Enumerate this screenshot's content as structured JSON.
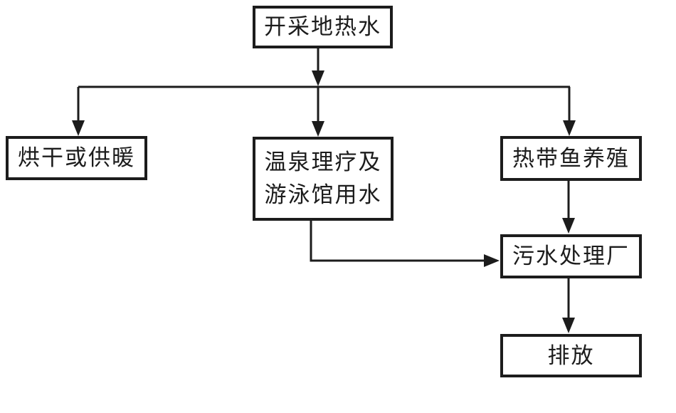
{
  "diagram": {
    "type": "flowchart",
    "background_color": "#ffffff",
    "line_color": "#1c1c1c",
    "box_border_color": "#1c1c1c",
    "text_color": "#1c1c1c",
    "nodes": {
      "source": {
        "label": "开采地热水"
      },
      "drying": {
        "label": "烘干或供暖"
      },
      "spa": {
        "label_line1": "温泉理疗及",
        "label_line2": "游泳馆用水"
      },
      "fish": {
        "label": "热带鱼养殖"
      },
      "sewage": {
        "label": "污水处理厂"
      },
      "discharge": {
        "label": "排放"
      }
    },
    "edges": [
      {
        "from": "开采地热水",
        "to": "烘干或供暖"
      },
      {
        "from": "开采地热水",
        "to": "温泉理疗及游泳馆用水"
      },
      {
        "from": "开采地热水",
        "to": "热带鱼养殖"
      },
      {
        "from": "温泉理疗及游泳馆用水",
        "to": "污水处理厂"
      },
      {
        "from": "热带鱼养殖",
        "to": "污水处理厂"
      },
      {
        "from": "污水处理厂",
        "to": "排放"
      }
    ]
  }
}
